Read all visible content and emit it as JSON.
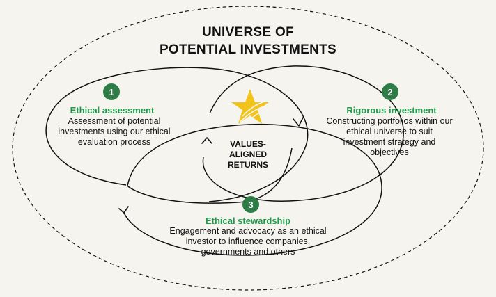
{
  "title_lines": [
    "UNIVERSE OF",
    "POTENTIAL INVESTMENTS"
  ],
  "colors": {
    "background": "#f5f4ef",
    "badge_green": "#2e7d46",
    "stage_title_green": "#1f9a4a",
    "star_yellow": "#f2c318",
    "line": "#111111"
  },
  "icons": {
    "star": "star-icon",
    "arrows": "arrowhead-icon"
  },
  "center_lines": [
    "VALUES-",
    "ALIGNED",
    "RETURNS"
  ],
  "stages": [
    {
      "number": "1",
      "title": "Ethical assessment",
      "description": "Assessment of potential investments using our ethical evaluation process"
    },
    {
      "number": "2",
      "title": "Rigorous investment",
      "description": "Constructing portfolios within our ethical universe to suit investment strategy and objectives"
    },
    {
      "number": "3",
      "title": "Ethical stewardship",
      "description": "Engagement and advocacy as an ethical investor to influence companies, governments and others"
    }
  ]
}
